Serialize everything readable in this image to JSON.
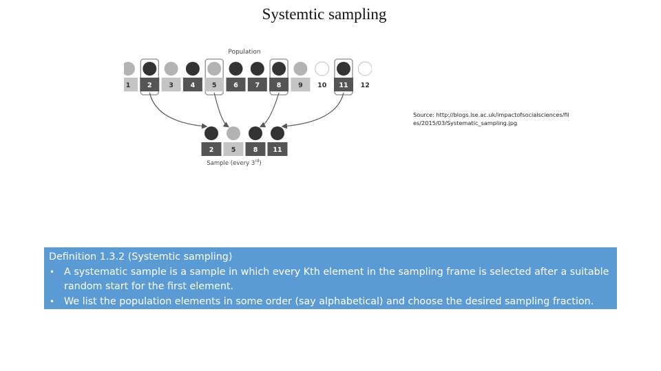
{
  "title": "Systemtic sampling",
  "figure": {
    "population_label": "Population",
    "sample_label": "Sample (every 3",
    "sample_label_sup": "rd",
    "sample_label_end": ")",
    "population": [
      {
        "n": "1",
        "selected": false,
        "shade": "light"
      },
      {
        "n": "2",
        "selected": true,
        "shade": "dark"
      },
      {
        "n": "3",
        "selected": false,
        "shade": "light"
      },
      {
        "n": "4",
        "selected": false,
        "shade": "dark"
      },
      {
        "n": "5",
        "selected": true,
        "shade": "light"
      },
      {
        "n": "6",
        "selected": false,
        "shade": "dark"
      },
      {
        "n": "7",
        "selected": false,
        "shade": "dark"
      },
      {
        "n": "8",
        "selected": true,
        "shade": "dark"
      },
      {
        "n": "9",
        "selected": false,
        "shade": "light"
      },
      {
        "n": "10",
        "selected": false,
        "shade": "white"
      },
      {
        "n": "11",
        "selected": true,
        "shade": "dark"
      },
      {
        "n": "12",
        "selected": false,
        "shade": "white"
      }
    ],
    "sample": [
      {
        "n": "2",
        "shade": "dark"
      },
      {
        "n": "5",
        "shade": "light"
      },
      {
        "n": "8",
        "shade": "dark"
      },
      {
        "n": "11",
        "shade": "dark"
      }
    ],
    "colors": {
      "dark_person": "#333333",
      "light_person": "#b3b3b3",
      "white_person": "#ffffff",
      "box_dark": "#555555",
      "box_light": "#c4c4c4",
      "selected_frame": "#8a8a8a",
      "arrow": "#555555"
    }
  },
  "source": "Source: http://blogs.lse.ac.uk/impactofsocialsciences/files/2015/03/Systematic_sampling.jpg",
  "definition": {
    "heading": "Definition 1.3.2 (Systemtic sampling)",
    "bullets": [
      "A systematic sample is a sample in which every Kth element in the sampling frame is selected after a suitable random start for the first element.",
      "We list the population elements in some order (say alphabetical) and choose the desired sampling fraction."
    ],
    "bullet_glyph": "•",
    "box_color": "#5b9bd5"
  }
}
